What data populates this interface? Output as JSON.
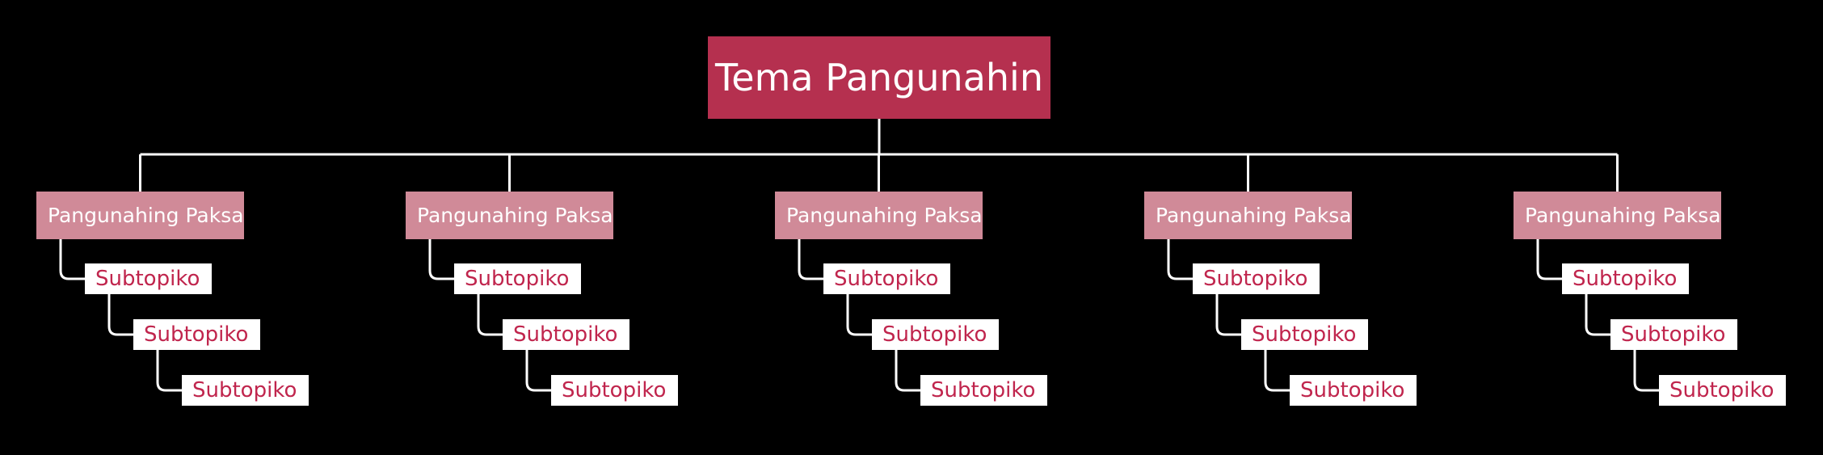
{
  "colors": {
    "background": "#000000",
    "root_fill": "#b5304f",
    "main_fill": "#d08a98",
    "subtopic_fill": "#ffffff",
    "subtopic_text": "#c0254d",
    "connector": "#ffffff"
  },
  "root": {
    "label": "Tema Pangunahin"
  },
  "branches": [
    {
      "label": "Pangunahing Paksa",
      "subtopics": [
        "Subtopiko",
        "Subtopiko",
        "Subtopiko"
      ]
    },
    {
      "label": "Pangunahing Paksa",
      "subtopics": [
        "Subtopiko",
        "Subtopiko",
        "Subtopiko"
      ]
    },
    {
      "label": "Pangunahing Paksa",
      "subtopics": [
        "Subtopiko",
        "Subtopiko",
        "Subtopiko"
      ]
    },
    {
      "label": "Pangunahing Paksa",
      "subtopics": [
        "Subtopiko",
        "Subtopiko",
        "Subtopiko"
      ]
    },
    {
      "label": "Pangunahing Paksa",
      "subtopics": [
        "Subtopiko",
        "Subtopiko",
        "Subtopiko"
      ]
    }
  ]
}
